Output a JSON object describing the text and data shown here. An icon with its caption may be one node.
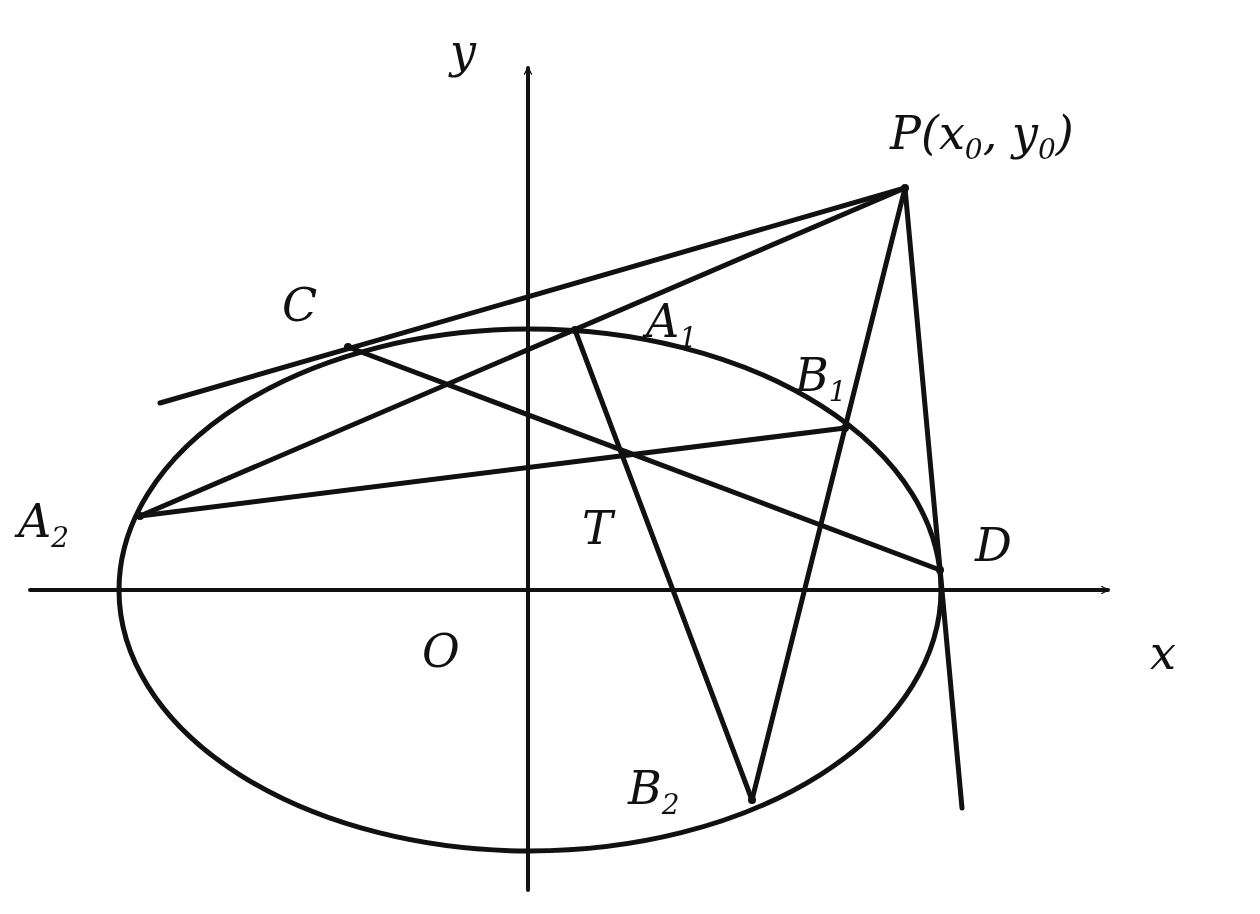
{
  "diagram": {
    "labels": [
      "y",
      "P(x$_{0}$, y$_{0}$)",
      "C",
      "A$_{1}$",
      "B$_{1}$",
      "A$_{2}$",
      "T",
      "D",
      "x",
      "O",
      "B$_{2}$"
    ]
  }
}
